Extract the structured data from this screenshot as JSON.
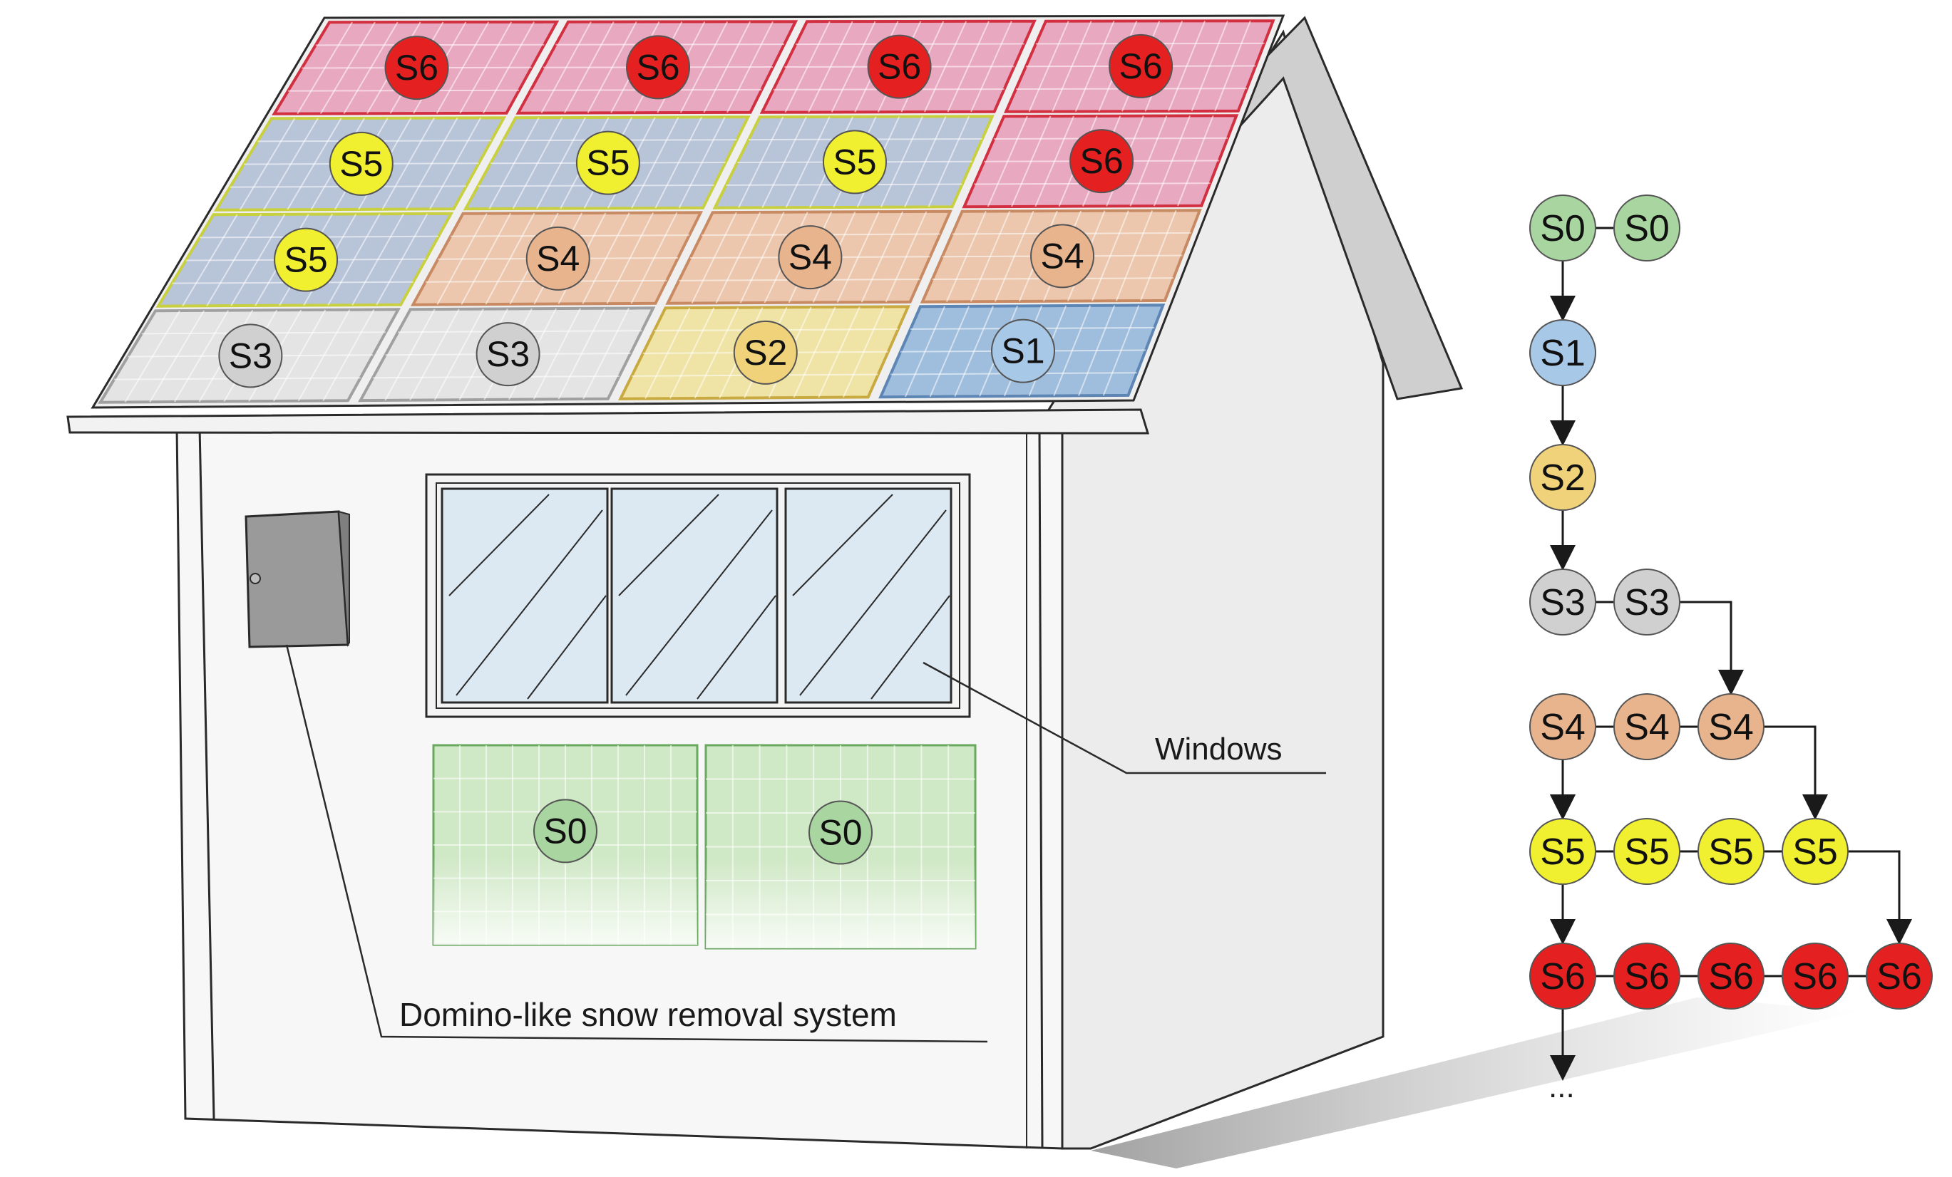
{
  "labels": {
    "windows": "Windows",
    "system": "Domino-like snow removal system",
    "ellipsis": "..."
  },
  "roof_panels": [
    {
      "label": "S6",
      "stage": 6
    },
    {
      "label": "S6",
      "stage": 6
    },
    {
      "label": "S6",
      "stage": 6
    },
    {
      "label": "S6",
      "stage": 6
    },
    {
      "label": "S5",
      "stage": 5
    },
    {
      "label": "S5",
      "stage": 5
    },
    {
      "label": "S5",
      "stage": 5
    },
    {
      "label": "S6",
      "stage": 6
    },
    {
      "label": "S5",
      "stage": 5
    },
    {
      "label": "S4",
      "stage": 4
    },
    {
      "label": "S4",
      "stage": 4
    },
    {
      "label": "S4",
      "stage": 4
    },
    {
      "label": "S3",
      "stage": 3
    },
    {
      "label": "S3",
      "stage": 3
    },
    {
      "label": "S2",
      "stage": 2
    },
    {
      "label": "S1",
      "stage": 1
    }
  ],
  "wall_panels": [
    {
      "label": "S0",
      "stage": 0
    },
    {
      "label": "S0",
      "stage": 0
    }
  ],
  "sequence": [
    [
      "S0",
      "S0"
    ],
    [
      "S1"
    ],
    [
      "S2"
    ],
    [
      "S3",
      "S3"
    ],
    [
      "S4",
      "S4",
      "S4"
    ],
    [
      "S5",
      "S5",
      "S5",
      "S5"
    ],
    [
      "S6",
      "S6",
      "S6",
      "S6",
      "S6"
    ]
  ],
  "colors": {
    "stages": {
      "0": {
        "circle": "#a8d5a0",
        "panel": "#cfe8c5",
        "stroke": "#6aa860"
      },
      "1": {
        "circle": "#a8c8e8",
        "panel": "#9fbddc",
        "stroke": "#5d86b5"
      },
      "2": {
        "circle": "#f0d27a",
        "panel": "#efe4a6",
        "stroke": "#c8aa40"
      },
      "3": {
        "circle": "#d0d0d0",
        "panel": "#e4e4e4",
        "stroke": "#a0a0a0"
      },
      "4": {
        "circle": "#e8b48e",
        "panel": "#ecc7ad",
        "stroke": "#c88a62"
      },
      "5": {
        "circle": "#f0f030",
        "panel": "#b8c4d8",
        "stroke": "#c8d040"
      },
      "6": {
        "circle": "#e42020",
        "panel": "#e8a8c0",
        "stroke": "#d23040"
      }
    },
    "wall": "#f7f7f7",
    "side_wall": "#ececec",
    "roof_side": "#cfcfcf",
    "box": "#9a9a9a",
    "glass": "#dde9f2",
    "outline": "#2a2a2a"
  }
}
